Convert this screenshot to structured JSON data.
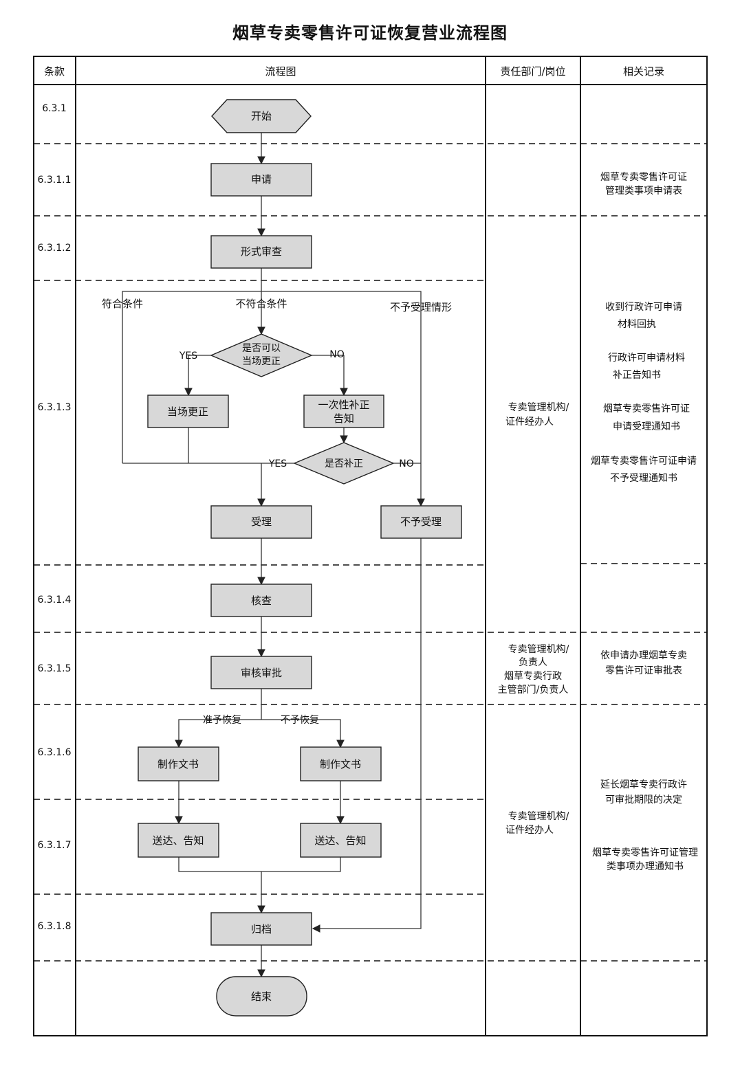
{
  "title": "烟草专卖零售许可证恢复营业流程图",
  "headers": {
    "clause": "条款",
    "flow": "流程图",
    "dept": "责任部门/岗位",
    "records": "相关记录"
  },
  "clauses": [
    "6.3.1",
    "6.3.1.1",
    "6.3.1.2",
    "6.3.1.3",
    "6.3.1.4",
    "6.3.1.5",
    "6.3.1.6",
    "6.3.1.7",
    "6.3.1.8"
  ],
  "nodes": {
    "start": "开始",
    "apply": "申请",
    "formal_review": "形式审查",
    "decision_fix": [
      "是否可以",
      "当场更正"
    ],
    "fix_onsite": "当场更正",
    "notify_once": [
      "一次性补正",
      "告知"
    ],
    "decision_supplement": "是否补正",
    "accept": "受理",
    "reject": "不予受理",
    "verify": "核查",
    "approve": "审核审批",
    "doc_left": "制作文书",
    "doc_right": "制作文书",
    "deliver_left": "送达、告知",
    "deliver_right": "送达、告知",
    "archive": "归档",
    "end": "结束"
  },
  "labels": {
    "meets": "符合条件",
    "not_meets": "不符合条件",
    "not_accepted": "不予受理情形",
    "yes1": "YES",
    "no1": "NO",
    "yes2": "YES",
    "no2": "NO",
    "grant": "准予恢复",
    "deny": "不予恢复"
  },
  "departments": {
    "d1": [
      "专卖管理机构/",
      "证件经办人"
    ],
    "d2": [
      "专卖管理机构/",
      "负责人",
      "烟草专卖行政",
      "主管部门/负责人"
    ],
    "d3": [
      "专卖管理机构/",
      "证件经办人"
    ]
  },
  "records": {
    "r1": [
      "烟草专卖零售许可证",
      "管理类事项申请表"
    ],
    "r2": [
      "收到行政许可申请",
      "材料回执"
    ],
    "r3": [
      "行政许可申请材料",
      "补正告知书"
    ],
    "r4": [
      "烟草专卖零售许可证",
      "申请受理通知书"
    ],
    "r5": [
      "烟草专卖零售许可证申请",
      "不予受理通知书"
    ],
    "r6": [
      "依申请办理烟草专卖",
      "零售许可证审批表"
    ],
    "r7": [
      "延长烟草专卖行政许",
      "可审批期限的决定"
    ],
    "r8": [
      "烟草专卖零售许可证管理",
      "类事项办理通知书"
    ]
  }
}
